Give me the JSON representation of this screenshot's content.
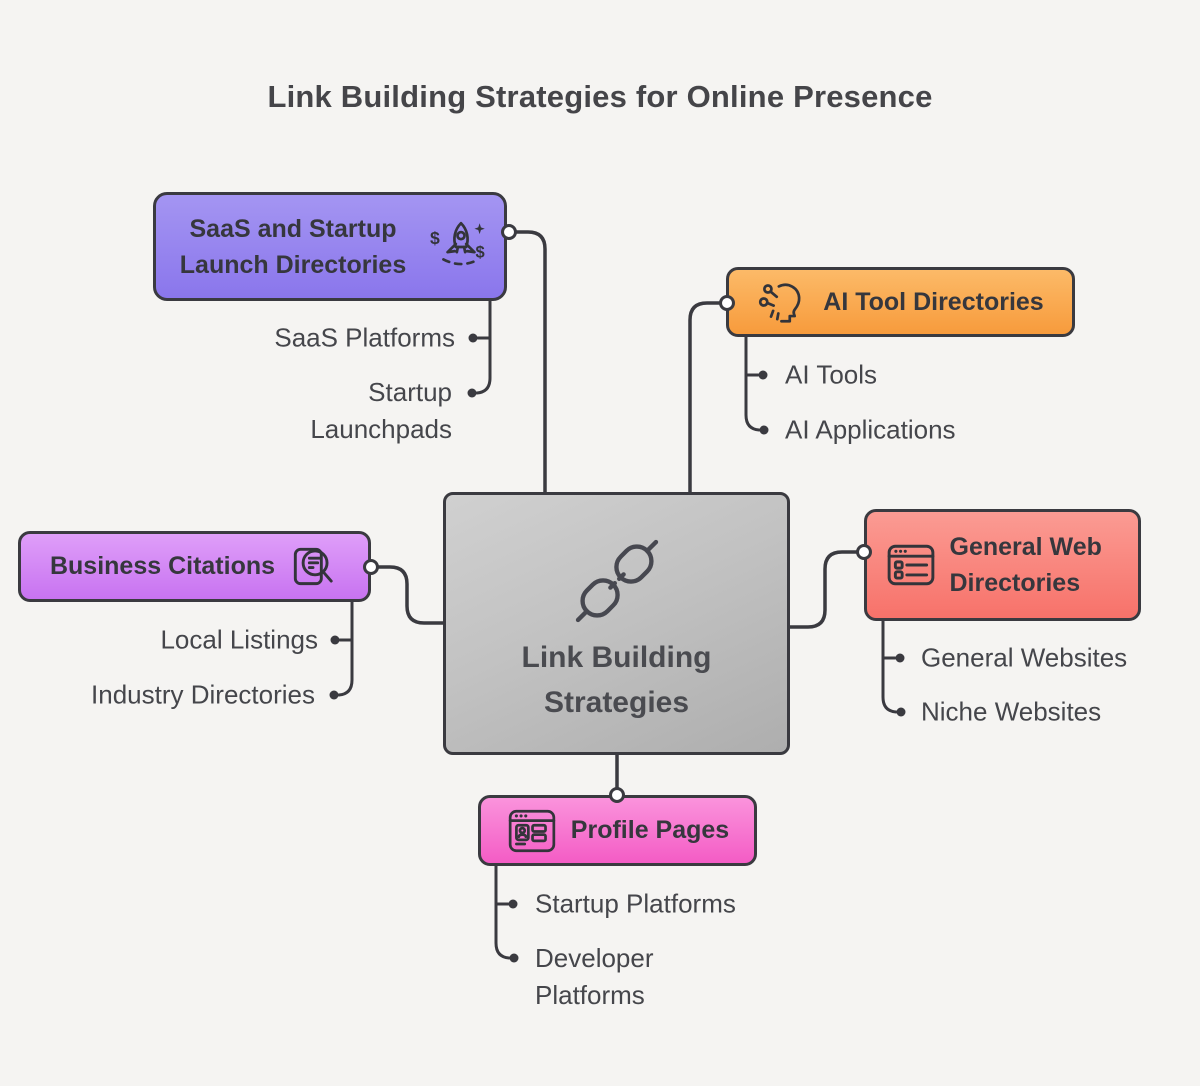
{
  "title": "Link Building Strategies for Online Presence",
  "colors": {
    "background": "#f5f4f2",
    "line_and_border": "#3a3a40",
    "saas_purple": "#8a76ec",
    "ai_orange": "#f79b3c",
    "business_violet": "#c873f1",
    "general_red": "#f7726a",
    "profile_pink": "#f45cc5",
    "center_gray": "#bdbdbd"
  },
  "center": {
    "label": "Link Building Strategies",
    "icon": "chain-link-icon"
  },
  "nodes": [
    {
      "label": "SaaS and Startup Launch Directories",
      "icon": "rocket-money-icon",
      "children": [
        "SaaS Platforms",
        "Startup Launchpads"
      ]
    },
    {
      "label": "AI Tool Directories",
      "icon": "ai-head-icon",
      "children": [
        "AI Tools",
        "AI Applications"
      ]
    },
    {
      "label": "Business Citations",
      "icon": "document-search-icon",
      "children": [
        "Local Listings",
        "Industry Directories"
      ]
    },
    {
      "label": "General Web Directories",
      "icon": "browser-list-icon",
      "children": [
        "General Websites",
        "Niche Websites"
      ]
    },
    {
      "label": "Profile Pages",
      "icon": "profile-card-icon",
      "children": [
        "Startup Platforms",
        "Developer Platforms"
      ]
    }
  ]
}
